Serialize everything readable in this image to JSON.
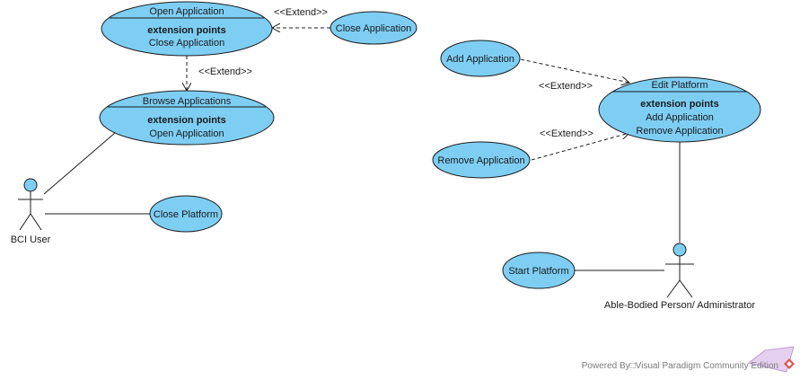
{
  "use_cases": {
    "open_app": {
      "title": "Open Application",
      "ext_header": "extension points",
      "ext_points": [
        "Close Application"
      ]
    },
    "close_app": {
      "title": "Close Application"
    },
    "browse_apps": {
      "title": "Browse Applications",
      "ext_header": "extension points",
      "ext_points": [
        "Open Application"
      ]
    },
    "close_platform": {
      "title": "Close Platform"
    },
    "add_app": {
      "title": "Add Application"
    },
    "edit_platform": {
      "title": "Edit Platform",
      "ext_header": "extension points",
      "ext_points": [
        "Add Application",
        "Remove Application"
      ]
    },
    "remove_app": {
      "title": "Remove Application"
    },
    "start_platform": {
      "title": "Start Platform"
    }
  },
  "actors": {
    "bci_user": "BCI User",
    "administrator": "Able-Bodied Person/ Administrator"
  },
  "relations": {
    "extend_label": "<<Extend>>"
  },
  "watermark": "Powered By□Visual Paradigm Community Edition",
  "colors": {
    "use_case_fill": "#7ecef4",
    "stroke": "#1c1c1c",
    "logo": "#e0524c"
  }
}
